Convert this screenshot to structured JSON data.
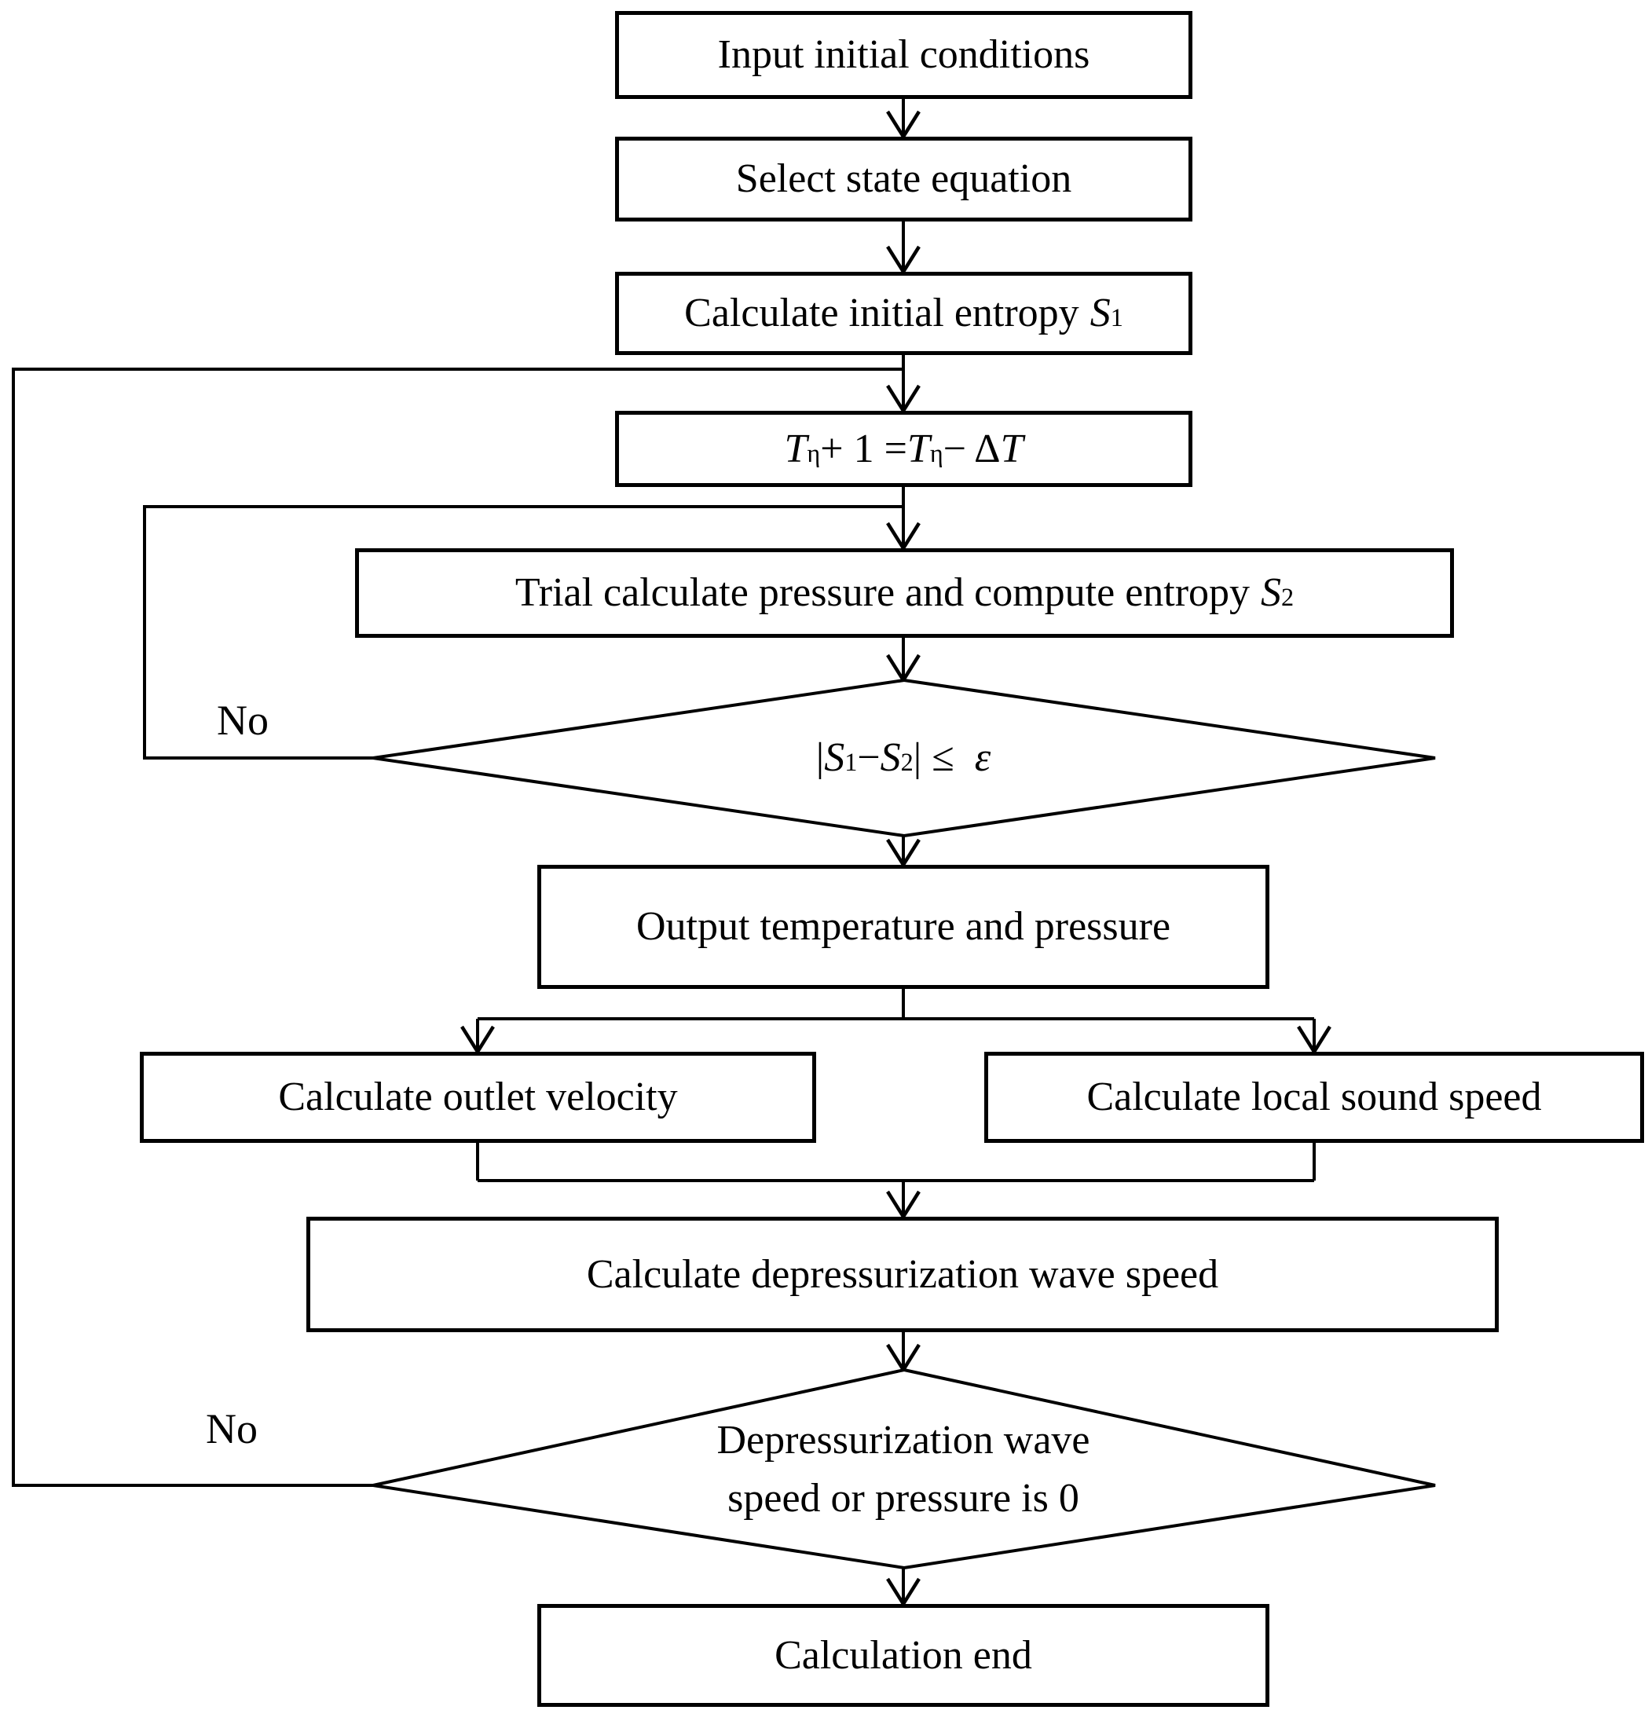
{
  "page": {
    "background_color": "#ffffff",
    "ink_color": "#000000"
  },
  "flowchart": {
    "boxes": {
      "input": "Input initial conditions",
      "select": "Select state equation",
      "entropy_prefix": "Calculate initial entropy",
      "entropy_var": "S",
      "entropy_sub": "1",
      "tstep": {
        "t1": "T",
        "sub1": "η",
        "mid": "+ 1 = ",
        "t2": "T",
        "sub2": "η",
        "minus_delta": " − Δ",
        "t3": "T"
      },
      "trial_prefix": "Trial calculate pressure and compute entropy",
      "trial_var": "S",
      "trial_sub": "2",
      "output": "Output temperature and pressure",
      "outlet": "Calculate outlet velocity",
      "sound": "Calculate local sound speed",
      "wave": "Calculate depressurization wave speed",
      "end": "Calculation end"
    },
    "decisions": {
      "entropy_check": {
        "open_bar": "|",
        "s1": "S",
        "s1_sub": "1",
        "minus": "−",
        "s2": "S",
        "s2_sub": "2",
        "close_rel": "| ≤",
        "epsilon": "ε"
      },
      "wave_check": {
        "line1": "Depressurization wave",
        "line2": "speed or pressure is 0"
      }
    },
    "edge_labels": {
      "no_entropy_loop": "No",
      "no_wave_loop": "No"
    }
  }
}
